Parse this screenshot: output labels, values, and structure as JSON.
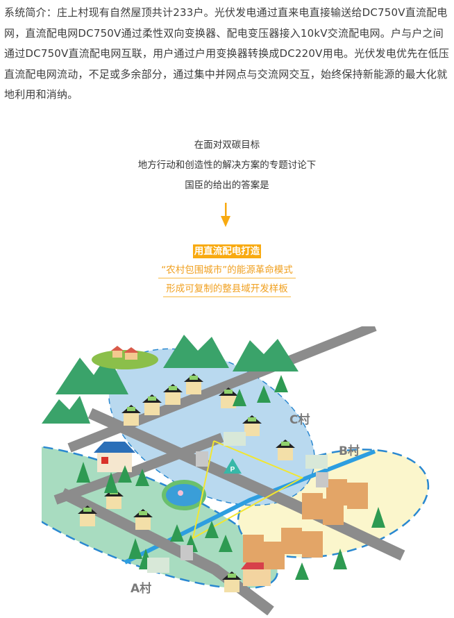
{
  "intro": {
    "text": "系统简介：庄上村现有自然屋顶共计233户。光伏发电通过直来电直接输送给DC750V直流配电网，直流配电网DC750V通过柔性双向变换器、配电变压器接入10kV交流配电网。户与户之间通过DC750V直流配电网互联，用户通过户用变换器转换成DC220V用电。光伏发电优先在低压直流配电网流动，不足或多余部分，通过集中并网点与交流网交互，始终保持新能源的最大化就地利用和消纳。"
  },
  "question": {
    "lines": [
      "在面对双碳目标",
      "地方行动和创造性的解决方案的专题讨论下",
      "国臣的给出的答案是"
    ]
  },
  "arrow": {
    "icon": "down-arrow-icon",
    "color": "#f8aa11"
  },
  "answer": {
    "highlight": "用直流配电打造",
    "line1": "“农村包围城市”的能源革命模式",
    "line2": "形成可复制的整县域开发样板",
    "accent_color": "#f8aa11"
  },
  "illustration": {
    "labels": {
      "village_a": "A村",
      "village_b": "B村",
      "village_c": "C村",
      "parking": "P"
    },
    "colors": {
      "zone_a": "#a8dcc0",
      "zone_b": "#fbf6cc",
      "zone_c": "#b9d9ef",
      "dash": "#2a88d0",
      "road": "#8c8c8c",
      "link": "#f2e630"
    }
  }
}
